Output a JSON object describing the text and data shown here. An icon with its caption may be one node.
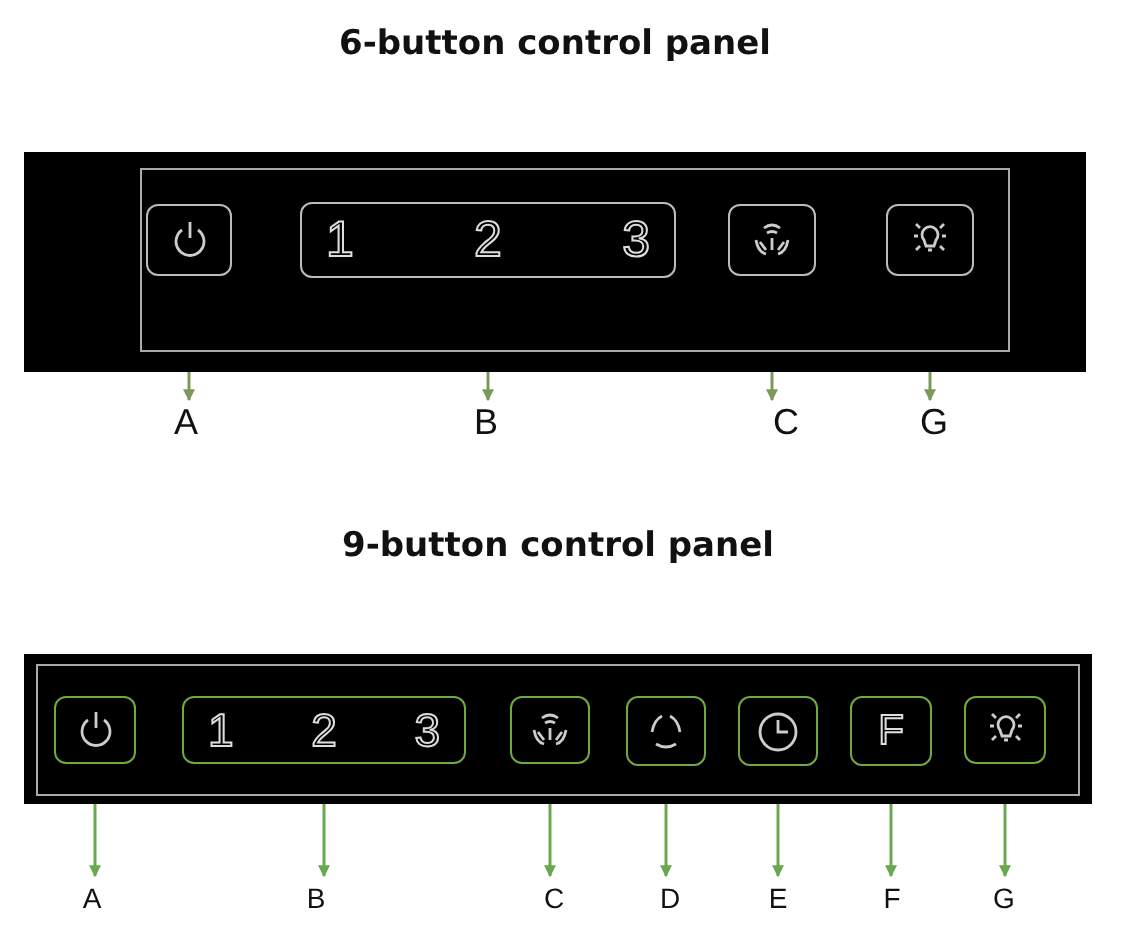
{
  "diagram": {
    "nodes": [
      {
        "text": [
          "6-button control panel"
        ]
      },
      {
        "text": [],
        "shape": "box",
        "in": 0
      },
      {
        "text": [
          "1",
          "2",
          "3"
        ],
        "in": 0
      },
      {
        "text": [],
        "shape": "box",
        "in": 0
      },
      {
        "text": [],
        "shape": "box",
        "in": 0
      },
      {
        "text": [
          "A"
        ]
      },
      {
        "text": [
          "B"
        ]
      },
      {
        "text": [
          "C"
        ]
      },
      {
        "text": [
          "G"
        ]
      },
      {
        "text": [
          "9-button control panel"
        ]
      },
      {
        "text": [],
        "shape": "box",
        "in": 9
      },
      {
        "text": [
          "1",
          "2",
          "3"
        ],
        "in": 9
      },
      {
        "text": [],
        "shape": "box",
        "in": 9
      },
      {
        "text": [],
        "shape": "box",
        "in": 9
      },
      {
        "text": [],
        "shape": "box",
        "in": 9
      },
      {
        "text": [
          "F"
        ],
        "in": 9
      },
      {
        "text": [],
        "shape": "box",
        "in": 9
      },
      {
        "text": [
          "A"
        ]
      },
      {
        "text": [
          "B"
        ]
      },
      {
        "text": [
          "C"
        ]
      },
      {
        "text": [
          "D"
        ]
      },
      {
        "text": [
          "E"
        ]
      },
      {
        "text": [
          "F"
        ]
      },
      {
        "text": [
          "G"
        ]
      }
    ],
    "edges": [
      {
        "from": 1,
        "to": 5,
        "arrow": "to"
      },
      {
        "from": 2,
        "to": 6,
        "arrow": "to"
      },
      {
        "from": 3,
        "to": 7,
        "arrow": "to"
      },
      {
        "from": 4,
        "to": 8,
        "arrow": "to"
      },
      {
        "from": 10,
        "to": 17,
        "arrow": "to"
      },
      {
        "from": 11,
        "to": 18,
        "arrow": "to"
      },
      {
        "from": 12,
        "to": 19,
        "arrow": "to"
      },
      {
        "from": 13,
        "to": 20,
        "arrow": "to"
      },
      {
        "from": 14,
        "to": 21,
        "arrow": "to"
      },
      {
        "from": 15,
        "to": 22,
        "arrow": "to"
      },
      {
        "from": 16,
        "to": 23,
        "arrow": "to"
      }
    ]
  }
}
